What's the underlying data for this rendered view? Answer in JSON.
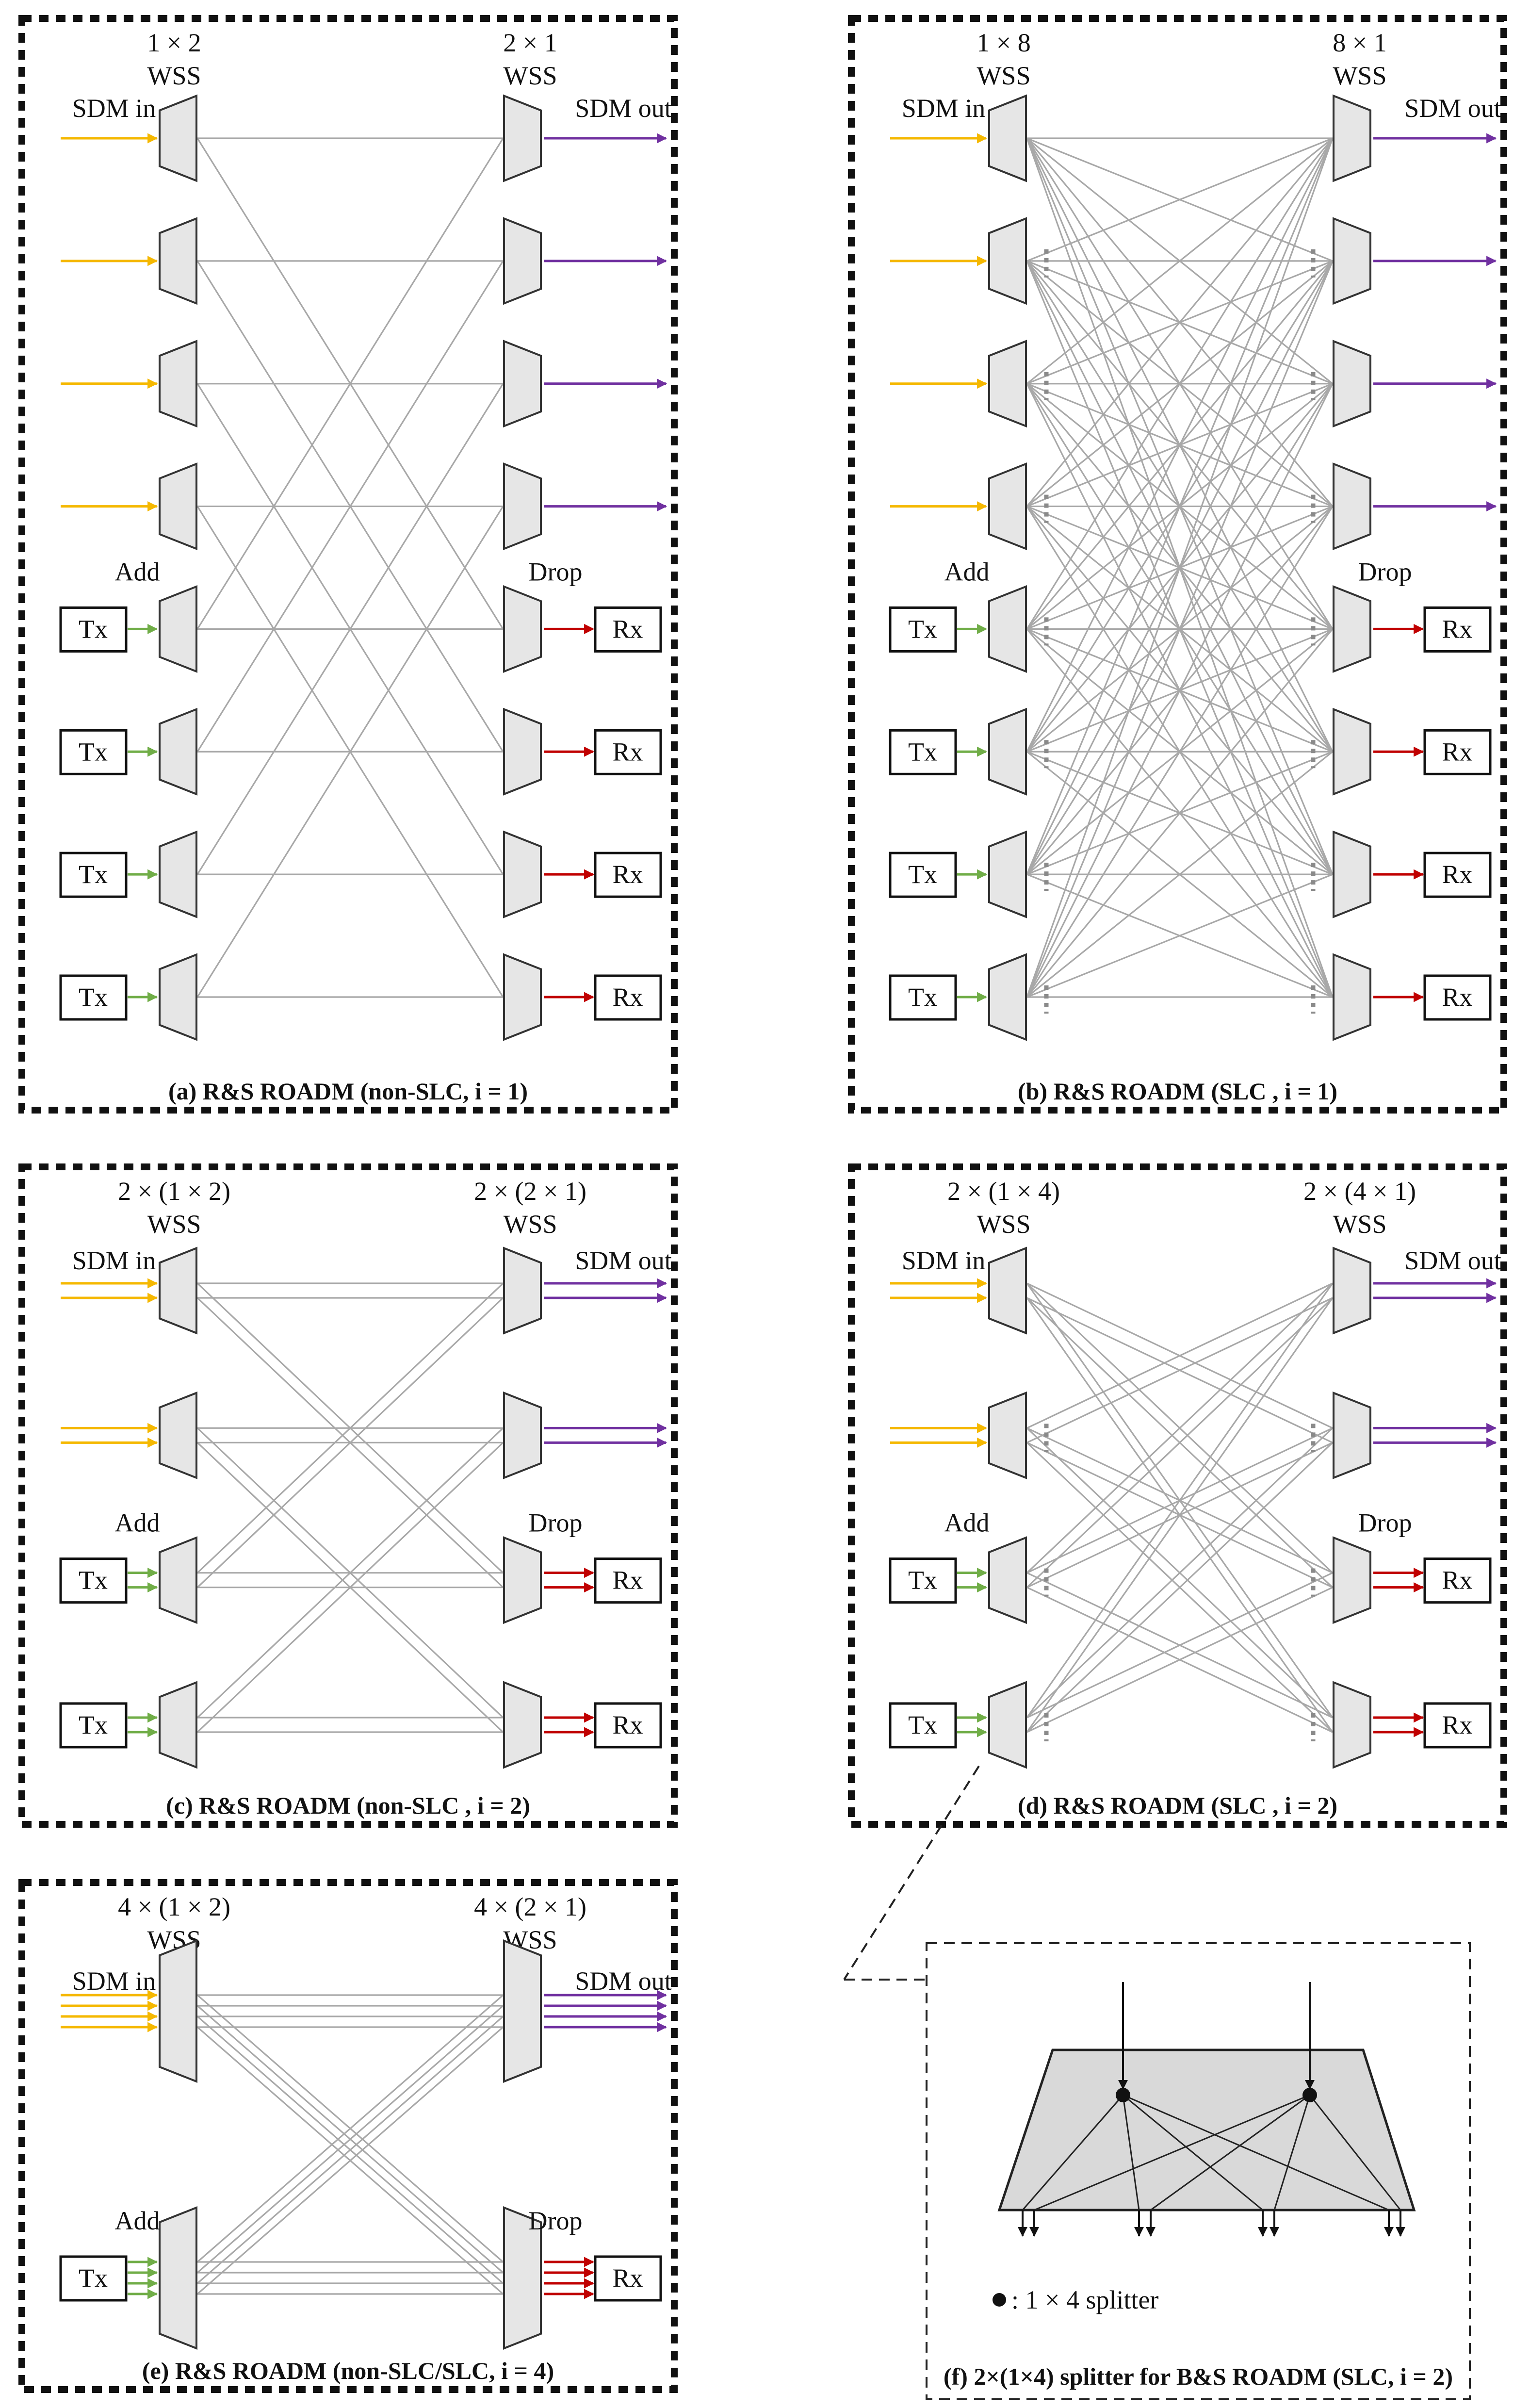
{
  "labels": {
    "sdm_in": "SDM in",
    "sdm_out": "SDM out",
    "add": "Add",
    "drop": "Drop",
    "tx": "Tx",
    "rx": "Rx",
    "wss": "WSS"
  },
  "colors": {
    "sdm_in": "#f5b800",
    "sdm_out": "#7030a0",
    "add": "#70ad47",
    "drop": "#c00000",
    "wss_fill": "#e6e6e6",
    "connection": "#a8a8a8",
    "splitter_fill": "#d9d9d9"
  },
  "panels": [
    {
      "id": "a",
      "caption": "(a) R&S ROADM (non-SLC, i = 1)",
      "in_wss": "1 × 2",
      "out_wss": "2 × 1",
      "fiber_pairs": 4,
      "cores": 1,
      "slc": false,
      "degree": 2
    },
    {
      "id": "b",
      "caption": "(b) R&S ROADM (SLC , i = 1)",
      "in_wss": "1 × 8",
      "out_wss": "8 × 1",
      "fiber_pairs": 4,
      "cores": 1,
      "slc": true,
      "degree": 8
    },
    {
      "id": "c",
      "caption": "(c) R&S ROADM (non-SLC , i = 2)",
      "in_wss": "2 × (1 × 2)",
      "out_wss": "2 × (2 × 1)",
      "fiber_pairs": 2,
      "cores": 2,
      "slc": false,
      "degree": 2
    },
    {
      "id": "d",
      "caption": "(d) R&S ROADM (SLC , i = 2)",
      "in_wss": "2 × (1 × 4)",
      "out_wss": "2 × (4 × 1)",
      "fiber_pairs": 2,
      "cores": 2,
      "slc": true,
      "degree": 4
    },
    {
      "id": "e",
      "caption": "(e) R&S ROADM (non-SLC/SLC, i = 4)",
      "in_wss": "4 × (1 × 2)",
      "out_wss": "4 × (2 × 1)",
      "fiber_pairs": 1,
      "cores": 4,
      "slc": false,
      "degree": 2
    }
  ],
  "panel_f": {
    "caption": "(f) 2×(1×4) splitter for B&S ROADM (SLC, i = 2)",
    "legend": ": 1 × 4 splitter",
    "inputs": 2,
    "outputs": 4
  }
}
